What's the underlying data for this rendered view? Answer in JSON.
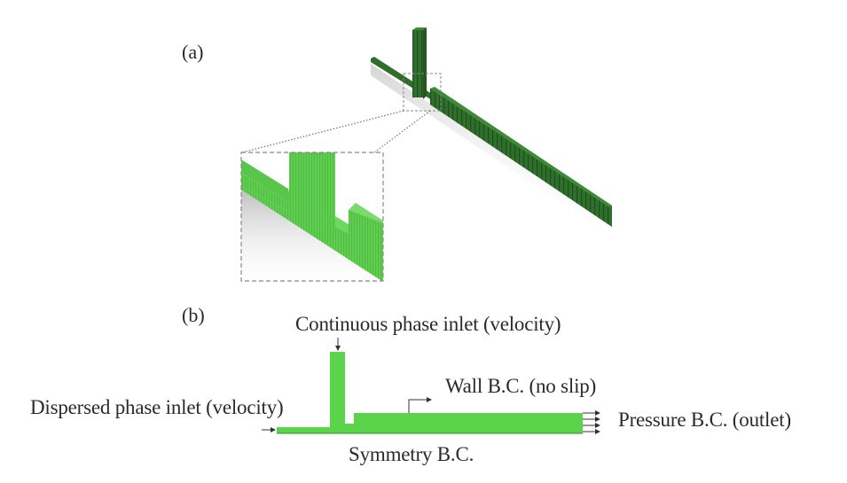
{
  "figure": {
    "panel_a": {
      "label": "(a)",
      "description": "3D mesh of T-junction microchannel with zoomed inset of junction",
      "colors": {
        "mesh_dark": "#2e6b2a",
        "mesh_light": "#5dcc4e",
        "inset_border": "#888888"
      }
    },
    "panel_b": {
      "label": "(b)",
      "channel_color": "#5ad44a",
      "annotations": {
        "continuous_inlet": "Continuous phase inlet (velocity)",
        "wall_bc": "Wall B.C. (no slip)",
        "dispersed_inlet": "Dispersed phase inlet (velocity)",
        "pressure_outlet": "Pressure B.C. (outlet)",
        "symmetry_bc": "Symmetry B.C."
      }
    }
  }
}
